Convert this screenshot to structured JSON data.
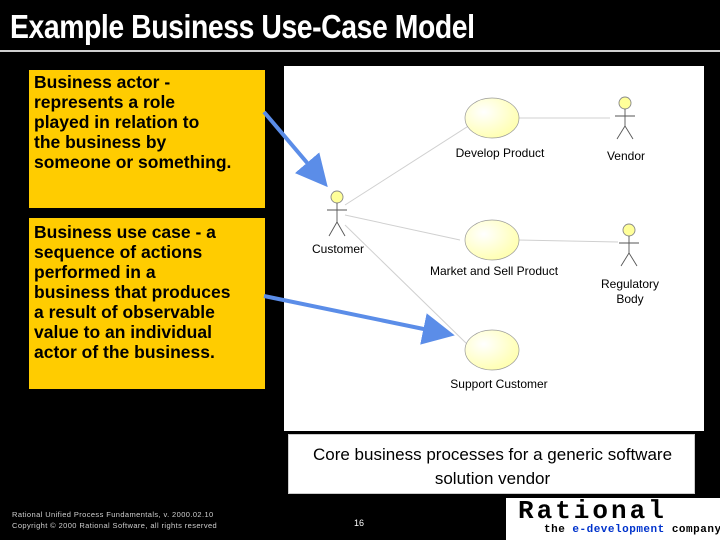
{
  "slide": {
    "title": "Example Business Use-Case Model",
    "page_number": "16"
  },
  "callouts": {
    "actor": [
      "Business actor -",
      "represents a role",
      "played in relation to",
      "the business by",
      "someone or something."
    ],
    "use_case": [
      "Business use case - a",
      "sequence of actions",
      "performed in a",
      "business that produces",
      "a result of observable",
      "value to an individual",
      "actor of the business."
    ]
  },
  "diagram": {
    "actors": {
      "customer": "Customer",
      "vendor": "Vendor",
      "regulatory": [
        "Regulatory",
        "Body"
      ]
    },
    "use_cases": {
      "develop": "Develop Product",
      "market": "Market and Sell Product",
      "support": "Support Customer"
    }
  },
  "caption": {
    "line1": "Core business processes for a generic software",
    "line2": "solution vendor"
  },
  "footer": {
    "line1": "Rational Unified Process Fundamentals, v. 2000.02.10",
    "line2": "Copyright © 2000 Rational Software, all rights reserved"
  },
  "logo": {
    "word": "Rational",
    "tag_prefix": "the ",
    "tag_accent": "e-development",
    "tag_suffix": " company"
  },
  "colors": {
    "background": "#000000",
    "callout_fill": "#ffcc00",
    "use_case_fill": "#ffffcc",
    "arrow": "#5b8de8",
    "logo_accent": "#0033cc"
  }
}
